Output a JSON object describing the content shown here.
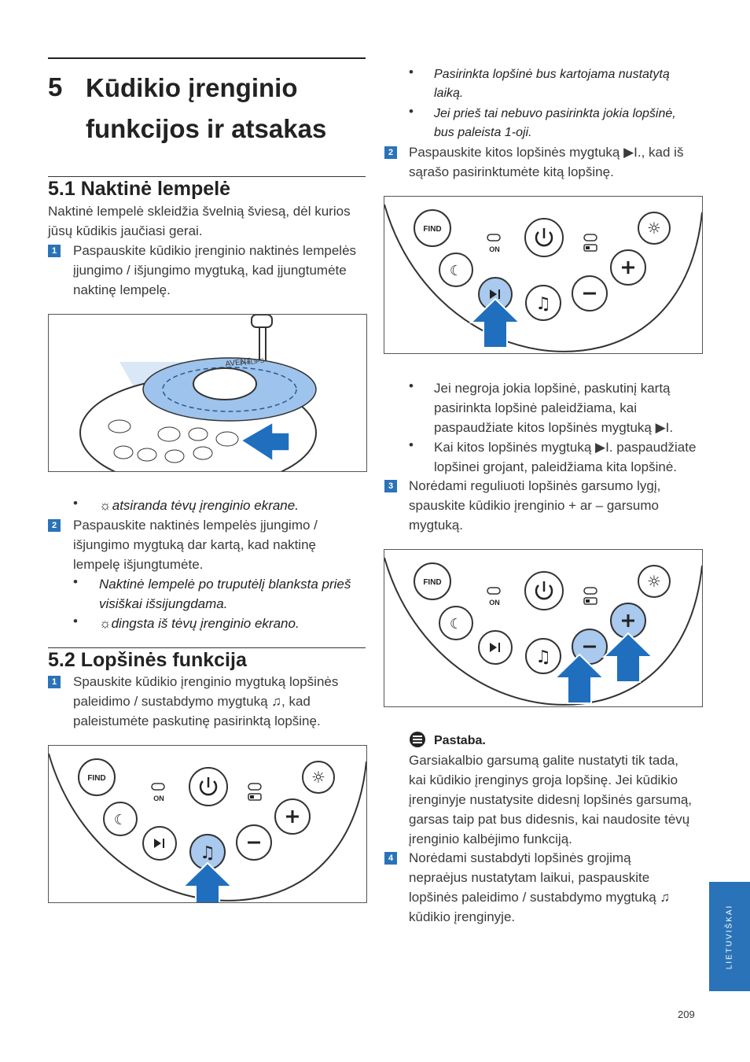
{
  "chapter": {
    "number": "5",
    "title_line1": "Kūdikio įrenginio",
    "title_line2": "funkcijos ir atsakas"
  },
  "section1": {
    "title": "5.1 Naktinė lempelė",
    "intro_l1": "Naktinė lempelė skleidžia švelnią šviesą, dėl kurios",
    "intro_l2": "jūsų kūdikis jaučiasi gerai.",
    "step1": {
      "num": "1",
      "l1": "Paspauskite kūdikio įrenginio naktinės lempelės",
      "l2": "įjungimo / išjungimo mygtuką, kad įjungtumėte",
      "l3": "naktinę lempelę."
    },
    "bullet1": "atsiranda tėvų įrenginio ekrane.",
    "step2": {
      "num": "2",
      "l1": "Paspauskite naktinės lempelės įjungimo /",
      "l2": "išjungimo mygtuką dar kartą, kad naktinę",
      "l3": "lempelę išjungtumėte."
    },
    "bullet2_l1": "Naktinė lempelė po truputėlį blanksta prieš",
    "bullet2_l2": "visiškai išsijungdama.",
    "bullet3": "dingsta iš tėvų įrenginio ekrano."
  },
  "section2": {
    "title": "5.2 Lopšinės funkcija",
    "step1": {
      "num": "1",
      "l1": "Spauskite kūdikio įrenginio mygtuką lopšinės",
      "l2": "paleidimo / sustabdymo mygtuką ♫, kad",
      "l3": "paleistumėte paskutinę pasirinktą lopšinę."
    }
  },
  "right": {
    "bullet_a_l1": "Pasirinkta lopšinė bus kartojama nustatytą",
    "bullet_a_l2": "laiką.",
    "bullet_b_l1": "Jei prieš tai nebuvo pasirinkta jokia lopšinė,",
    "bullet_b_l2": "bus paleista 1-oji.",
    "step2": {
      "num": "2",
      "l1": "Paspauskite kitos lopšinės mygtuką ▶I., kad iš",
      "l2": "sąrašo pasirinktumėte kitą lopšinę."
    },
    "bullet_c_l1": "Jei negroja jokia lopšinė, paskutinį kartą",
    "bullet_c_l2": "pasirinkta lopšinė paleidžiama, kai",
    "bullet_c_l3": "paspaudžiate kitos lopšinės mygtuką ▶I.",
    "bullet_d_l1": "Kai kitos lopšinės mygtuką ▶I. paspaudžiate",
    "bullet_d_l2": "lopšinei grojant, paleidžiama kita lopšinė.",
    "step3": {
      "num": "3",
      "l1": "Norėdami reguliuoti lopšinės garsumo lygį,",
      "l2": "spauskite kūdikio įrenginio + ar – garsumo",
      "l3": "mygtuką."
    },
    "note_title": "Pastaba.",
    "note_l1": "Garsiakalbio garsumą galite nustatyti tik tada,",
    "note_l2": "kai kūdikio įrenginys groja lopšinę. Jei kūdikio",
    "note_l3": "įrenginyje nustatysite didesnį lopšinės garsumą,",
    "note_l4": "garsas taip pat bus didesnis, kai naudosite tėvų",
    "note_l5": "įrenginio kalbėjimo funkciją.",
    "step4": {
      "num": "4",
      "l1": "Norėdami sustabdyti lopšinės grojimą",
      "l2": "nepraėjus nustatytam laikui, paspauskite",
      "l3": "lopšinės paleidimo / sustabdymo mygtuką ♫",
      "l4": "kūdikio įrenginyje."
    }
  },
  "device_labels": {
    "find": "FIND",
    "on": "ON",
    "brand": "PHILIPS",
    "model": "AVENT"
  },
  "side_tab": "LIETUVIŠKAI",
  "page_number": "209",
  "colors": {
    "accent": "#2a73b8",
    "arrow": "#1f6fbe",
    "highlight": "#a9c9ee"
  }
}
